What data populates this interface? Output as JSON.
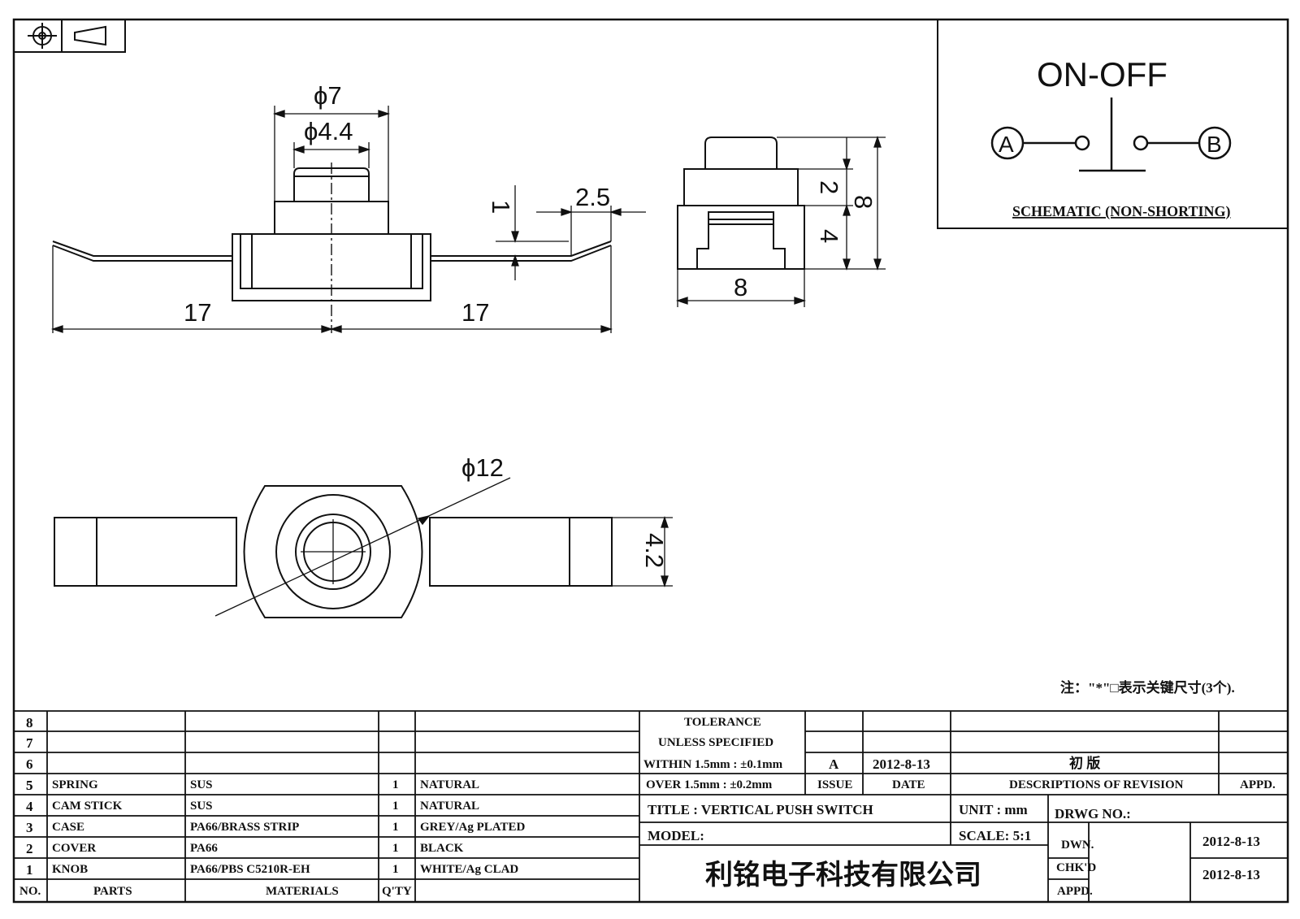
{
  "views": {
    "front": {
      "dim_outer_dia": "ϕ7",
      "dim_inner_dia": "ϕ4.4",
      "dim_gap": "1",
      "dim_lead_tip": "2.5",
      "dim_left_span": "17",
      "dim_right_span": "17"
    },
    "side": {
      "dim_top": "2",
      "dim_lower": "4",
      "dim_height": "8",
      "dim_width": "8"
    },
    "top": {
      "dim_dia": "ϕ12",
      "dim_width": "4.2"
    }
  },
  "schematic": {
    "title": "ON-OFF",
    "terminal_a": "A",
    "terminal_b": "B",
    "caption": "SCHEMATIC (NON-SHORTING)"
  },
  "note": "注：\"*\"□表示关键尺寸(3个).",
  "bom": {
    "rows": [
      {
        "no": "8",
        "part": "",
        "material": "",
        "qty": "",
        "finish": ""
      },
      {
        "no": "7",
        "part": "",
        "material": "",
        "qty": "",
        "finish": ""
      },
      {
        "no": "6",
        "part": "",
        "material": "",
        "qty": "",
        "finish": ""
      },
      {
        "no": "5",
        "part": "SPRING",
        "material": "SUS",
        "qty": "1",
        "finish": "NATURAL"
      },
      {
        "no": "4",
        "part": "CAM STICK",
        "material": "SUS",
        "qty": "1",
        "finish": "NATURAL"
      },
      {
        "no": "3",
        "part": "CASE",
        "material": "PA66/BRASS STRIP",
        "qty": "1",
        "finish": "GREY/Ag PLATED"
      },
      {
        "no": "2",
        "part": "COVER",
        "material": "PA66",
        "qty": "1",
        "finish": "BLACK"
      },
      {
        "no": "1",
        "part": "KNOB",
        "material": "PA66/PBS C5210R-EH",
        "qty": "1",
        "finish": "WHITE/Ag CLAD"
      }
    ],
    "header": {
      "no": "NO.",
      "parts": "PARTS",
      "materials": "MATERIALS",
      "qty": "Q'TY"
    }
  },
  "title_block": {
    "tolerance_1": "TOLERANCE",
    "tolerance_2": "UNLESS  SPECIFIED",
    "tolerance_3": "WITHIN 1.5mm : ±0.1mm",
    "tolerance_4": "OVER 1.5mm : ±0.2mm",
    "rev_issue": "A",
    "rev_date": "2012-8-13",
    "rev_desc": "初  版",
    "hdr_issue": "ISSUE",
    "hdr_date": "DATE",
    "hdr_desc": "DESCRIPTIONS OF REVISION",
    "hdr_appd": "APPD.",
    "title": "TITLE :  VERTICAL PUSH SWITCH",
    "unit": "UNIT :  mm",
    "drwg_no": "DRWG NO.:",
    "model": "MODEL:",
    "scale": "SCALE:  5:1",
    "dwn_label": "DWN.",
    "dwn_date": "2012-8-13",
    "chkd_label": "CHK'D",
    "chkd_date": "2012-8-13",
    "appd_label": "APPD.",
    "company": "利铭电子科技有限公司"
  }
}
